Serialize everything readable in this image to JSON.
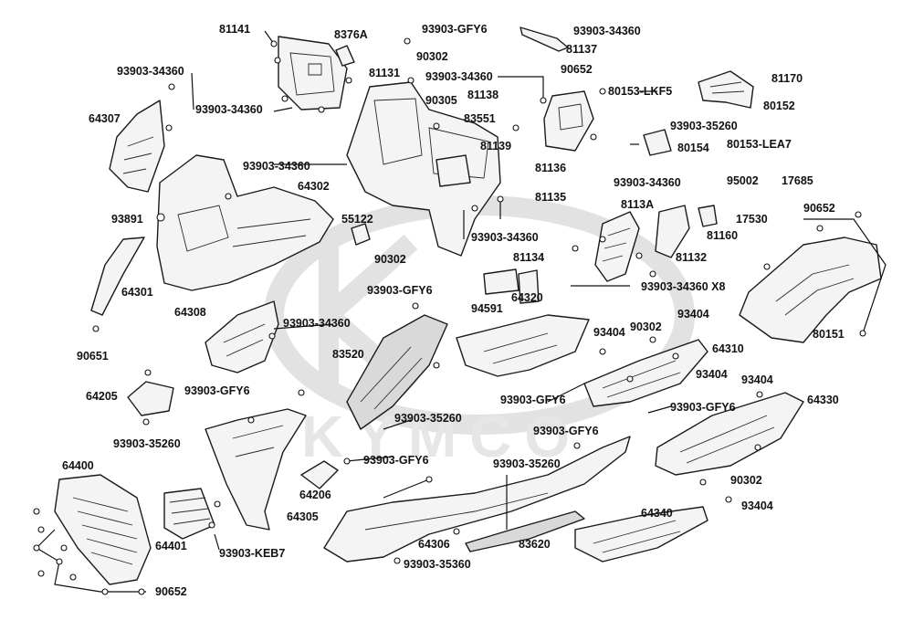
{
  "watermark": "KYMCO",
  "labels": {
    "p81141": "81141",
    "p8376A": "8376A",
    "p93903GFY6_top": "93903-GFY6",
    "p90302_top": "90302",
    "p93903_34360_tr": "93903-34360",
    "p81137": "81137",
    "p81131": "81131",
    "p93903_34360_mid": "93903-34360",
    "p90652_top": "90652",
    "p81170": "81170",
    "p93903_34360_l": "93903-34360",
    "p81138": "81138",
    "p80153LKF5": "80153-LKF5",
    "p80152": "80152",
    "p64307": "64307",
    "p93903_34360_l2": "93903-34360",
    "p90305": "90305",
    "p83551": "83551",
    "p93903_35260_r": "93903-35260",
    "p81139": "81139",
    "p80154": "80154",
    "p80153LEA7": "80153-LEA7",
    "p81136": "81136",
    "p93903_34360_c": "93903-34360",
    "p93903_34360_r2": "93903-34360",
    "p95002": "95002",
    "p17685": "17685",
    "p64302": "64302",
    "p81135": "81135",
    "p17530": "17530",
    "p90652_r": "90652",
    "p93891": "93891",
    "p55122": "55122",
    "p8113A": "8113A",
    "p93903_34360_c2": "93903-34360",
    "p81160": "81160",
    "p81132": "81132",
    "p90302_c": "90302",
    "p81134": "81134",
    "p64301": "64301",
    "p93903_34360_x8": "93903-34360 X8",
    "p93903GFY6_c": "93903-GFY6",
    "p94591": "94591",
    "p64320": "64320",
    "p64308": "64308",
    "p93903_34360_l3": "93903-34360",
    "p93404_a": "93404",
    "p90302_r": "90302",
    "p93404_b": "93404",
    "p64310": "64310",
    "p80151": "80151",
    "p90651": "90651",
    "p83520": "83520",
    "p93404_c": "93404",
    "p93404_d": "93404",
    "p64205": "64205",
    "p93903GFY6_l": "93903-GFY6",
    "p93903GFY6_c2": "93903-GFY6",
    "p64330": "64330",
    "p93903GFY6_r": "93903-GFY6",
    "p93903_35260_c": "93903-35260",
    "p93903GFY6_c3": "93903-GFY6",
    "p93903_35260_l": "93903-35260",
    "p64400": "64400",
    "p93903GFY6_c4": "93903-GFY6",
    "p93903_35260_c2": "93903-35260",
    "p90302_b": "90302",
    "p64206": "64206",
    "p93404_e": "93404",
    "p64305": "64305",
    "p64340": "64340",
    "p64401": "64401",
    "p64306": "64306",
    "p83620": "83620",
    "p93903KEB7": "93903-KEB7",
    "p93903_35360": "93903-35360",
    "p90652_b": "90652"
  }
}
